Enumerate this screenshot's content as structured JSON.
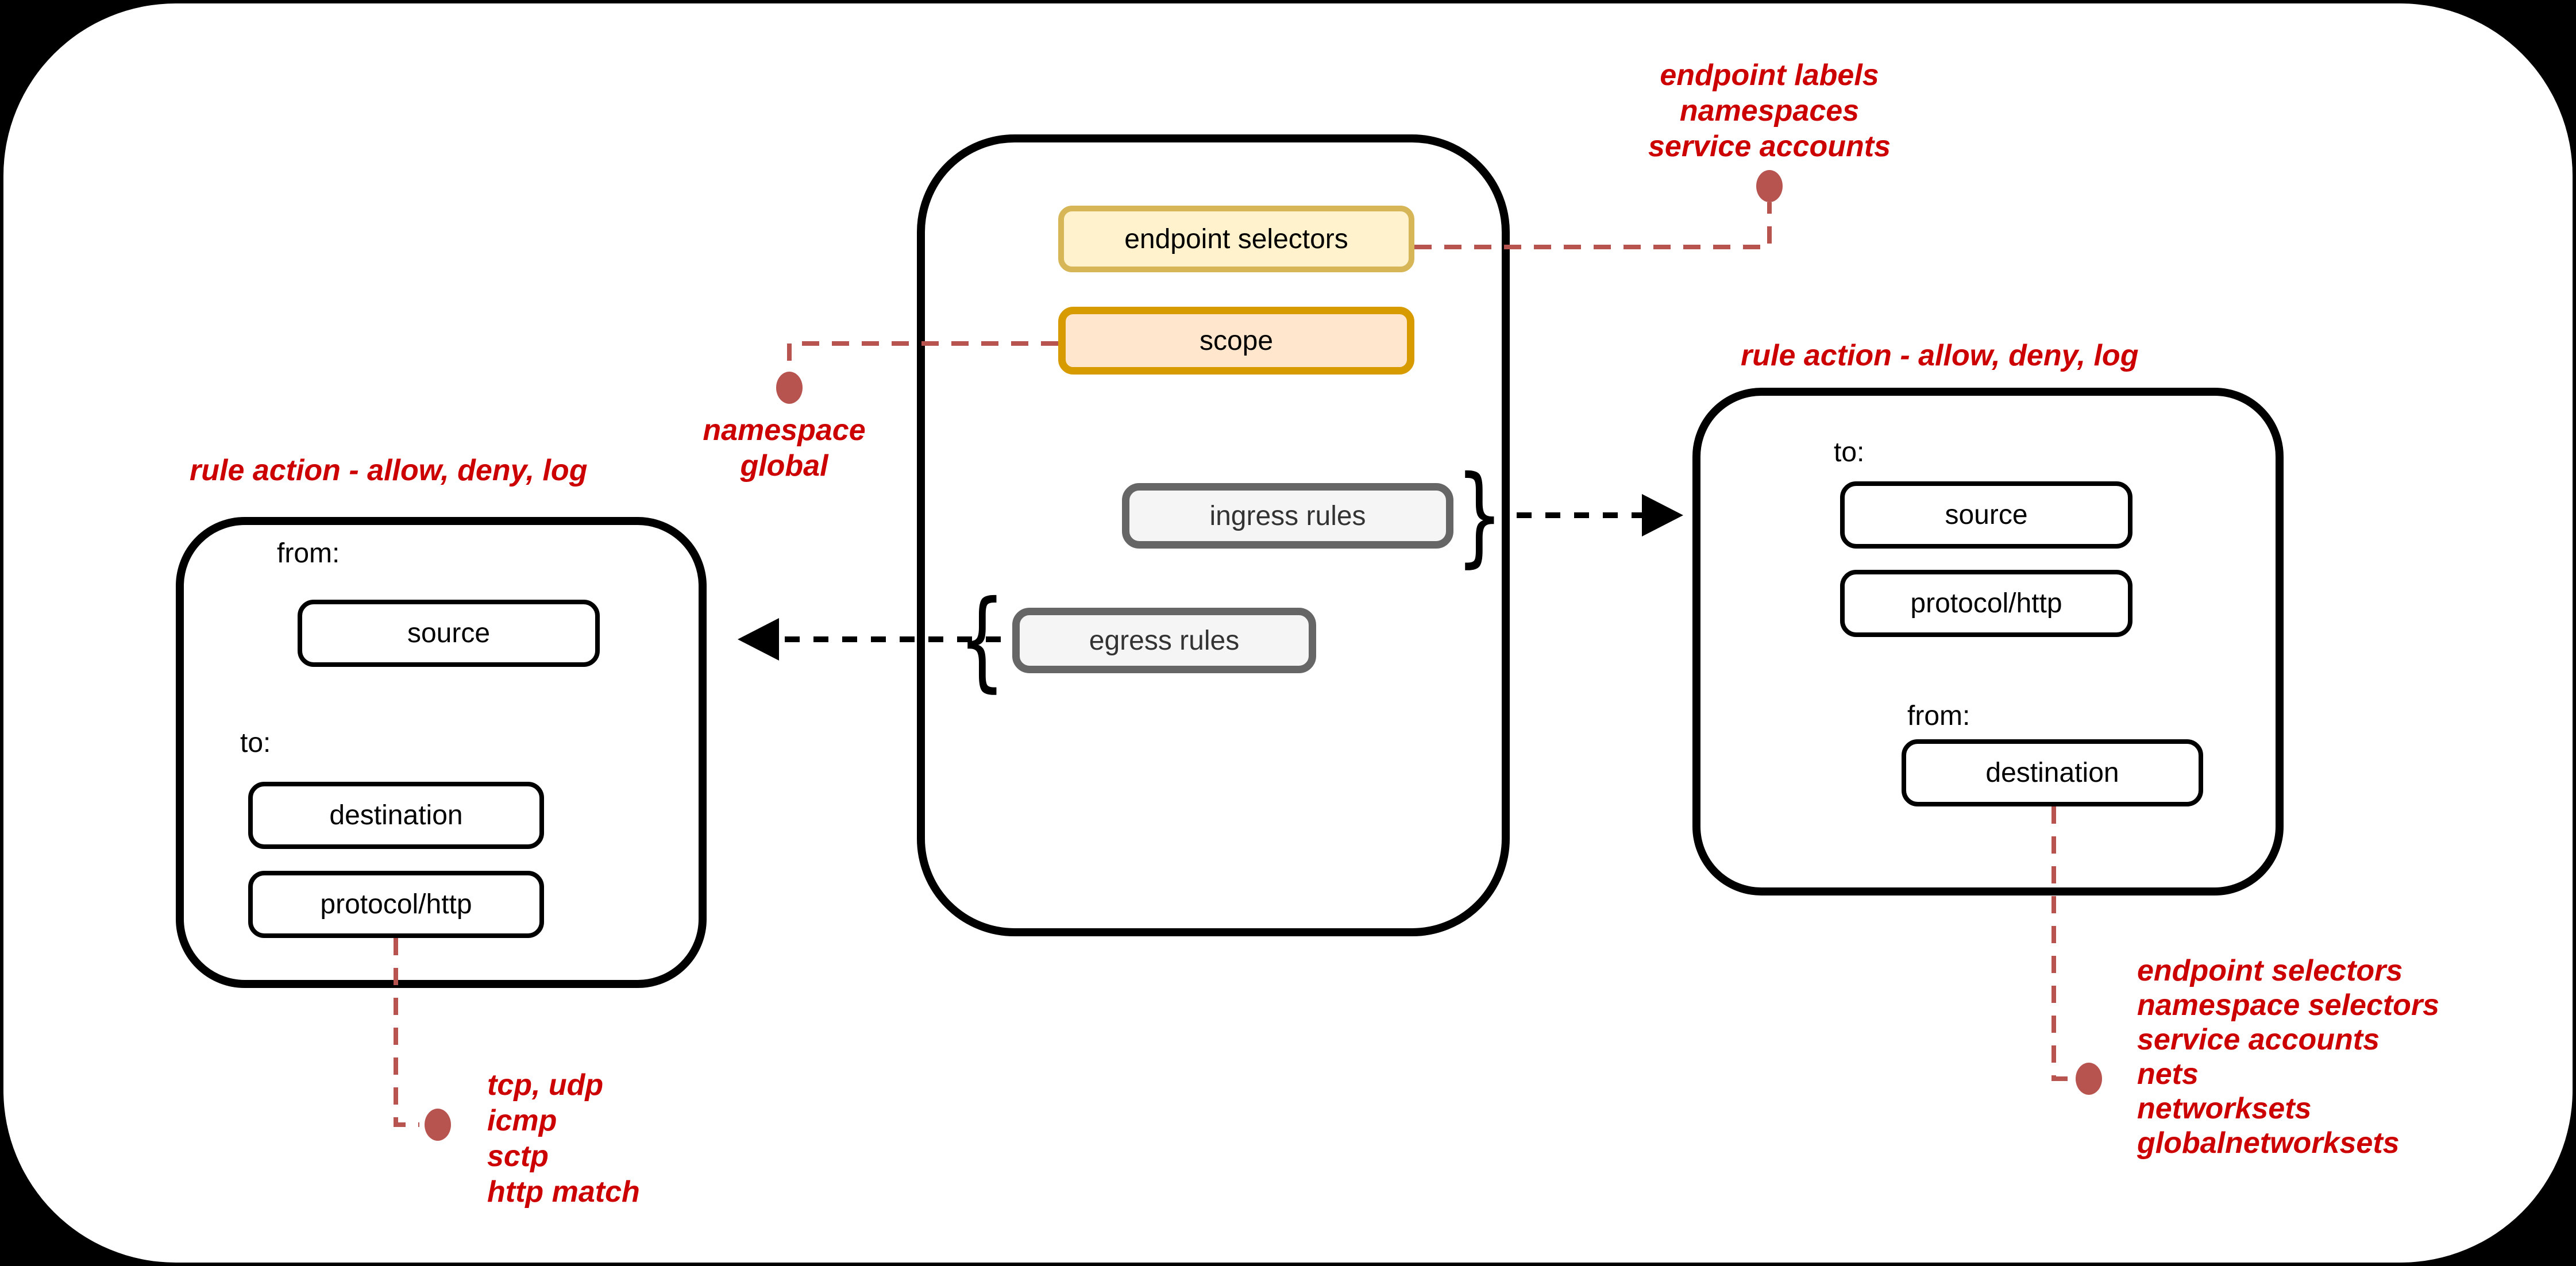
{
  "diagram_title": "network policy structure diagram",
  "colors": {
    "background": "#000000",
    "card": "#ffffff",
    "red_text": "#CC0000",
    "red_connector": "#B85450",
    "endpoint_selectors_fill": "#FFF2CC",
    "endpoint_selectors_stroke": "#D6B656",
    "scope_fill": "#FFE6CC",
    "scope_stroke": "#D79B00",
    "rules_fill": "#F5F5F5",
    "rules_stroke": "#666666",
    "node_stroke": "#000000"
  },
  "center_panel": {
    "endpoint_selectors": "endpoint selectors",
    "scope": "scope",
    "ingress_rules": "ingress rules",
    "egress_rules": "egress rules",
    "ingress_brace": "}",
    "egress_brace": "{"
  },
  "left_panel": {
    "title": "rule action - allow, deny, log",
    "from_label": "from:",
    "source": "source",
    "to_label": "to:",
    "destination": "destination",
    "protocol": "protocol/http"
  },
  "right_panel": {
    "title": "rule action - allow, deny, log",
    "to_label": "to:",
    "source": "source",
    "protocol": "protocol/http",
    "from_label": "from:",
    "destination": "destination"
  },
  "annotations": {
    "endpoint_selectors_note": {
      "lines": [
        "endpoint labels",
        "namespaces",
        "service accounts"
      ]
    },
    "scope_note": {
      "lines": [
        "namespace",
        "global"
      ]
    },
    "protocol_note": {
      "lines": [
        "tcp, udp",
        "icmp",
        "sctp",
        "http match"
      ]
    },
    "destination_note": {
      "lines": [
        "endpoint selectors",
        "namespace selectors",
        "service accounts",
        "nets",
        "networksets",
        "globalnetworksets"
      ]
    }
  }
}
